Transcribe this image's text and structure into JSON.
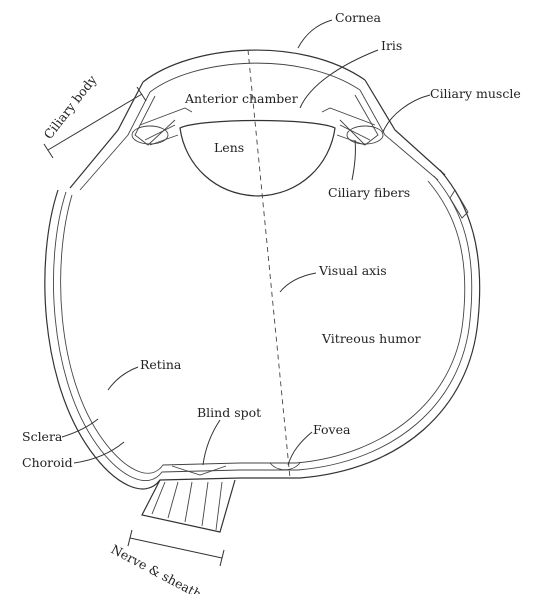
{
  "diagram": {
    "labels": {
      "cornea": "Cornea",
      "iris": "Iris",
      "ciliary_muscle": "Ciliary muscle",
      "ciliary_body": "Ciliary body",
      "anterior_chamber": "Anterior chamber",
      "lens": "Lens",
      "ciliary_fibers": "Ciliary fibers",
      "visual_axis": "Visual axis",
      "vitreous_humor": "Vitreous humor",
      "retina": "Retina",
      "blind_spot": "Blind spot",
      "fovea": "Fovea",
      "sclera": "Sclera",
      "choroid": "Choroid",
      "nerve_sheath": "Nerve & sheath"
    }
  }
}
